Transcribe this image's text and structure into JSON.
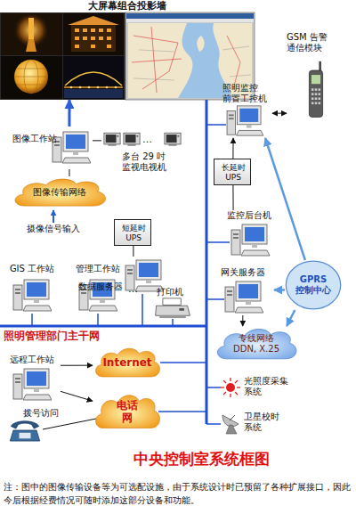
{
  "diagram": {
    "title": "中央控制室系统框图",
    "caption": "注：图中的图像传输设备等为可选配设施，由于系统设计时已预留了各种扩展接口，因此今后根据经费情况可随时添加这部分设备和功能。",
    "nodes": [
      {
        "text": [
          "大屏幕组合投影墙"
        ]
      },
      {
        "text": [
          "GSM 告警 通信模块"
        ]
      },
      {
        "text": [
          "图像工作站"
        ]
      },
      {
        "text": [
          "多台 29 吋 监视电视机"
        ]
      },
      {
        "text": [
          "照明监控 前置工控机"
        ]
      },
      {
        "text": [
          "长延时 UPS"
        ]
      },
      {
        "text": [
          "图像传输网络"
        ]
      },
      {
        "text": [
          "短延时 UPS"
        ]
      },
      {
        "text": [
          "监控后台机"
        ]
      },
      {
        "text": [
          "数据服务器"
        ]
      },
      {
        "text": [
          "GIS 工作站"
        ]
      },
      {
        "text": [
          "管理工作站"
        ]
      },
      {
        "text": [
          "打印机"
        ]
      },
      {
        "text": [
          "网关服务器"
        ]
      },
      {
        "text": [
          "GPRS 控制中心"
        ]
      },
      {
        "text": [
          "专线网络 DDN, X.25"
        ]
      },
      {
        "text": [
          "远程工作站"
        ]
      },
      {
        "text": [
          "Internet"
        ]
      },
      {
        "text": [
          "光照度采集 系统"
        ]
      },
      {
        "text": [
          "电话 网"
        ]
      },
      {
        "text": [
          "卫星校时 系统"
        ]
      }
    ],
    "edges": [
      {
        "from": 2,
        "to": 0,
        "arrow": "to"
      },
      {
        "from": 2,
        "to": 3,
        "arrow": "none"
      },
      {
        "from": 6,
        "to": 2,
        "arrow": "none"
      },
      {
        "from": 1,
        "to": 4,
        "arrow": "both"
      },
      {
        "from": 5,
        "to": 4,
        "arrow": "to"
      },
      {
        "from": 5,
        "to": 8,
        "arrow": "none"
      },
      {
        "from": 7,
        "to": 9,
        "arrow": "none"
      },
      {
        "from": 14,
        "to": 4,
        "arrow": "to"
      },
      {
        "from": 14,
        "to": 13,
        "arrow": "to"
      },
      {
        "from": 13,
        "to": 15,
        "arrow": "to"
      },
      {
        "from": 14,
        "to": 15,
        "arrow": "to"
      },
      {
        "from": 16,
        "to": 17,
        "arrow": "to"
      },
      {
        "from": 16,
        "to": 19,
        "arrow": "to"
      }
    ],
    "labels": [
      "…",
      "摄像信号输入",
      "…",
      "照明管理部门主干网",
      "拨号访问"
    ]
  }
}
